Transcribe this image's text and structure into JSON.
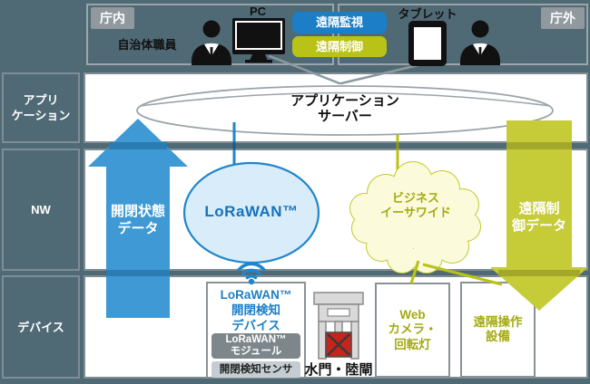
{
  "colors": {
    "background": "#506a75",
    "blue_accent": "#1c7ec6",
    "yellow_accent": "#b9c216",
    "blue_arrow": "#3e99d4",
    "yellow_arrow": "#c6cb38",
    "lorawan_fill": "#d8ecf9",
    "cloud_fill": "#fbfbdc",
    "olive_text": "#a4aa10",
    "gate_red": "#c9241c"
  },
  "top": {
    "inside_tag": "庁内",
    "outside_tag": "庁外",
    "staff": "自治体職員",
    "pc": "PC",
    "tablet": "タブレット",
    "legend_monitor": "遠隔監視",
    "legend_control": "遠隔制御"
  },
  "side": {
    "app_line1": "アプリ",
    "app_line2": "ケーション",
    "nw": "NW",
    "device": "デバイス"
  },
  "app_layer": {
    "server_line1": "アプリケーション",
    "server_line2": "サーバー"
  },
  "nw_layer": {
    "lorawan": "LoRaWAN™",
    "cloud_line1": "ビジネス",
    "cloud_line2": "イーサワイド",
    "up_arrow_line1": "開閉状態",
    "up_arrow_line2": "データ",
    "down_arrow_line1": "遠隔制",
    "down_arrow_line2": "御データ"
  },
  "device_layer": {
    "detect_title_line1": "LoRaWAN™",
    "detect_title_line2": "開閉検知",
    "detect_title_line3": "デバイス",
    "module_line1": "LoRaWAN™",
    "module_line2": "モジュール",
    "sensor": "開閉検知センサ",
    "gate": "水門・陸閘",
    "webcam_line1": "Web",
    "webcam_line2": "カメラ・",
    "webcam_line3": "回転灯",
    "equip_line1": "遠隔操作",
    "equip_line2": "設備"
  }
}
